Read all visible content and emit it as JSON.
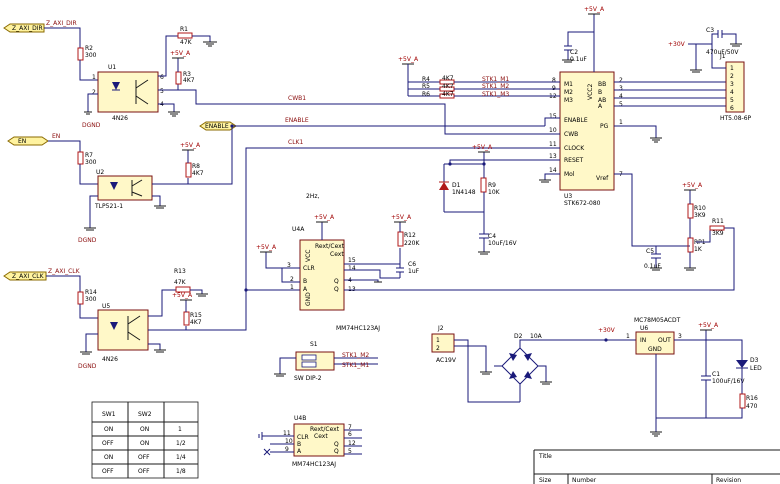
{
  "ports": {
    "z_axi_dir": "Z_AXI_DIR",
    "en": "EN",
    "enable": "ENABLE",
    "z_axi_clk": "Z_AXI_CLK"
  },
  "nets": {
    "en": "EN",
    "z_axi_dir": "Z_AXI_DIR",
    "z_axi_clk": "Z_AXI_CLK",
    "cwb": "CWB1",
    "enable": "ENABLE",
    "clk": "CLK1",
    "stk_m1": "STK1_M1",
    "stk_m2": "STK1_M2",
    "stk_m3": "STK1_M3",
    "sw_m2": "STK1_M2",
    "sw_m1": "STK1_M1",
    "freq": "2Hz,"
  },
  "power": {
    "v5": "+5V_A",
    "v30": "+30V",
    "dgnd": "DGND"
  },
  "resistors": {
    "r1": {
      "ref": "R1",
      "val": "47K"
    },
    "r2": {
      "ref": "R2",
      "val": "300"
    },
    "r3": {
      "ref": "R3",
      "val": "4K7"
    },
    "r4": {
      "ref": "R4",
      "val": "4K7"
    },
    "r5": {
      "ref": "R5",
      "val": "4K7"
    },
    "r6": {
      "ref": "R6",
      "val": "4K7"
    },
    "r7": {
      "ref": "R7",
      "val": "300"
    },
    "r8": {
      "ref": "R8",
      "val": "4K7"
    },
    "r9": {
      "ref": "R9",
      "val": "10K"
    },
    "r10": {
      "ref": "R10",
      "val": "3K9"
    },
    "r11": {
      "ref": "R11",
      "val": "3K9"
    },
    "r12": {
      "ref": "R12",
      "val": "220K"
    },
    "r13": {
      "ref": "R13",
      "val": "47K"
    },
    "r14": {
      "ref": "R14",
      "val": "300"
    },
    "r15": {
      "ref": "R15",
      "val": "4K7"
    },
    "r16": {
      "ref": "R16",
      "val": "470"
    },
    "rp1": {
      "ref": "RP1",
      "val": "1K"
    }
  },
  "capacitors": {
    "c1": {
      "ref": "C1",
      "val": "100uF/16V"
    },
    "c2": {
      "ref": "C2",
      "val": "0.1uF"
    },
    "c3": {
      "ref": "C3",
      "val": "470uF/50V"
    },
    "c4": {
      "ref": "C4",
      "val": "10uF/16V"
    },
    "c5": {
      "ref": "C5",
      "val": "0.1uF"
    },
    "c6": {
      "ref": "C6",
      "val": "1uF"
    }
  },
  "chips": {
    "u1": {
      "ref": "U1",
      "part": "4N26"
    },
    "u2": {
      "ref": "U2",
      "part": "TLP521-1"
    },
    "u5": {
      "ref": "U5",
      "part": "4N26"
    },
    "u3": {
      "ref": "U3",
      "part": "STK672-080",
      "pins": [
        "M1",
        "M2",
        "M3",
        "ENABLE",
        "CWB",
        "CLOCK",
        "RESET",
        "Mol",
        "BB",
        "B",
        "AB",
        "A",
        "PG",
        "Vref",
        "VCC2"
      ]
    },
    "u4a": {
      "ref": "U4A",
      "part": "MM74HC123AJ",
      "pins": [
        "CLR",
        "B",
        "A",
        "Rext/Cext",
        "Cext",
        "Q",
        "Q",
        "VCC",
        "GND"
      ]
    },
    "u4b": {
      "ref": "U4B",
      "part": "MM74HC123AJ",
      "pins": [
        "Rext/Cext",
        "Cext",
        "CLR",
        "B",
        "A",
        "Q",
        "Q"
      ]
    },
    "u6": {
      "ref": "U6",
      "part": "MC78M05ACDT",
      "in": "IN",
      "out": "OUT",
      "gnd": "GND"
    }
  },
  "diodes": {
    "d1": {
      "ref": "D1",
      "val": "1N4148"
    },
    "d2": {
      "ref": "D2",
      "val": "10A"
    },
    "d3": {
      "ref": "D3",
      "val": "LED"
    }
  },
  "connectors": {
    "j1": {
      "ref": "J1",
      "part": "HT5.08-6P"
    },
    "j2": {
      "ref": "J2",
      "part": "AC19V"
    }
  },
  "switch": {
    "ref": "S1",
    "part": "SW DIP-2"
  },
  "table": {
    "headers": [
      "SW1",
      "SW2",
      ""
    ],
    "rows": [
      [
        "ON",
        "ON",
        "1"
      ],
      [
        "OFF",
        "ON",
        "1/2"
      ],
      [
        "ON",
        "OFF",
        "1/4"
      ],
      [
        "OFF",
        "OFF",
        "1/8"
      ]
    ]
  },
  "title_block": {
    "title": "Title",
    "size": "Size",
    "number": "Number",
    "revision": "Revision"
  },
  "colors": {
    "wire": "#1a1a7a",
    "part": "#b01818",
    "ic_fill": "#fff8c8",
    "port_fill": "#fff3a0",
    "text_red": "#8a0c0c"
  }
}
